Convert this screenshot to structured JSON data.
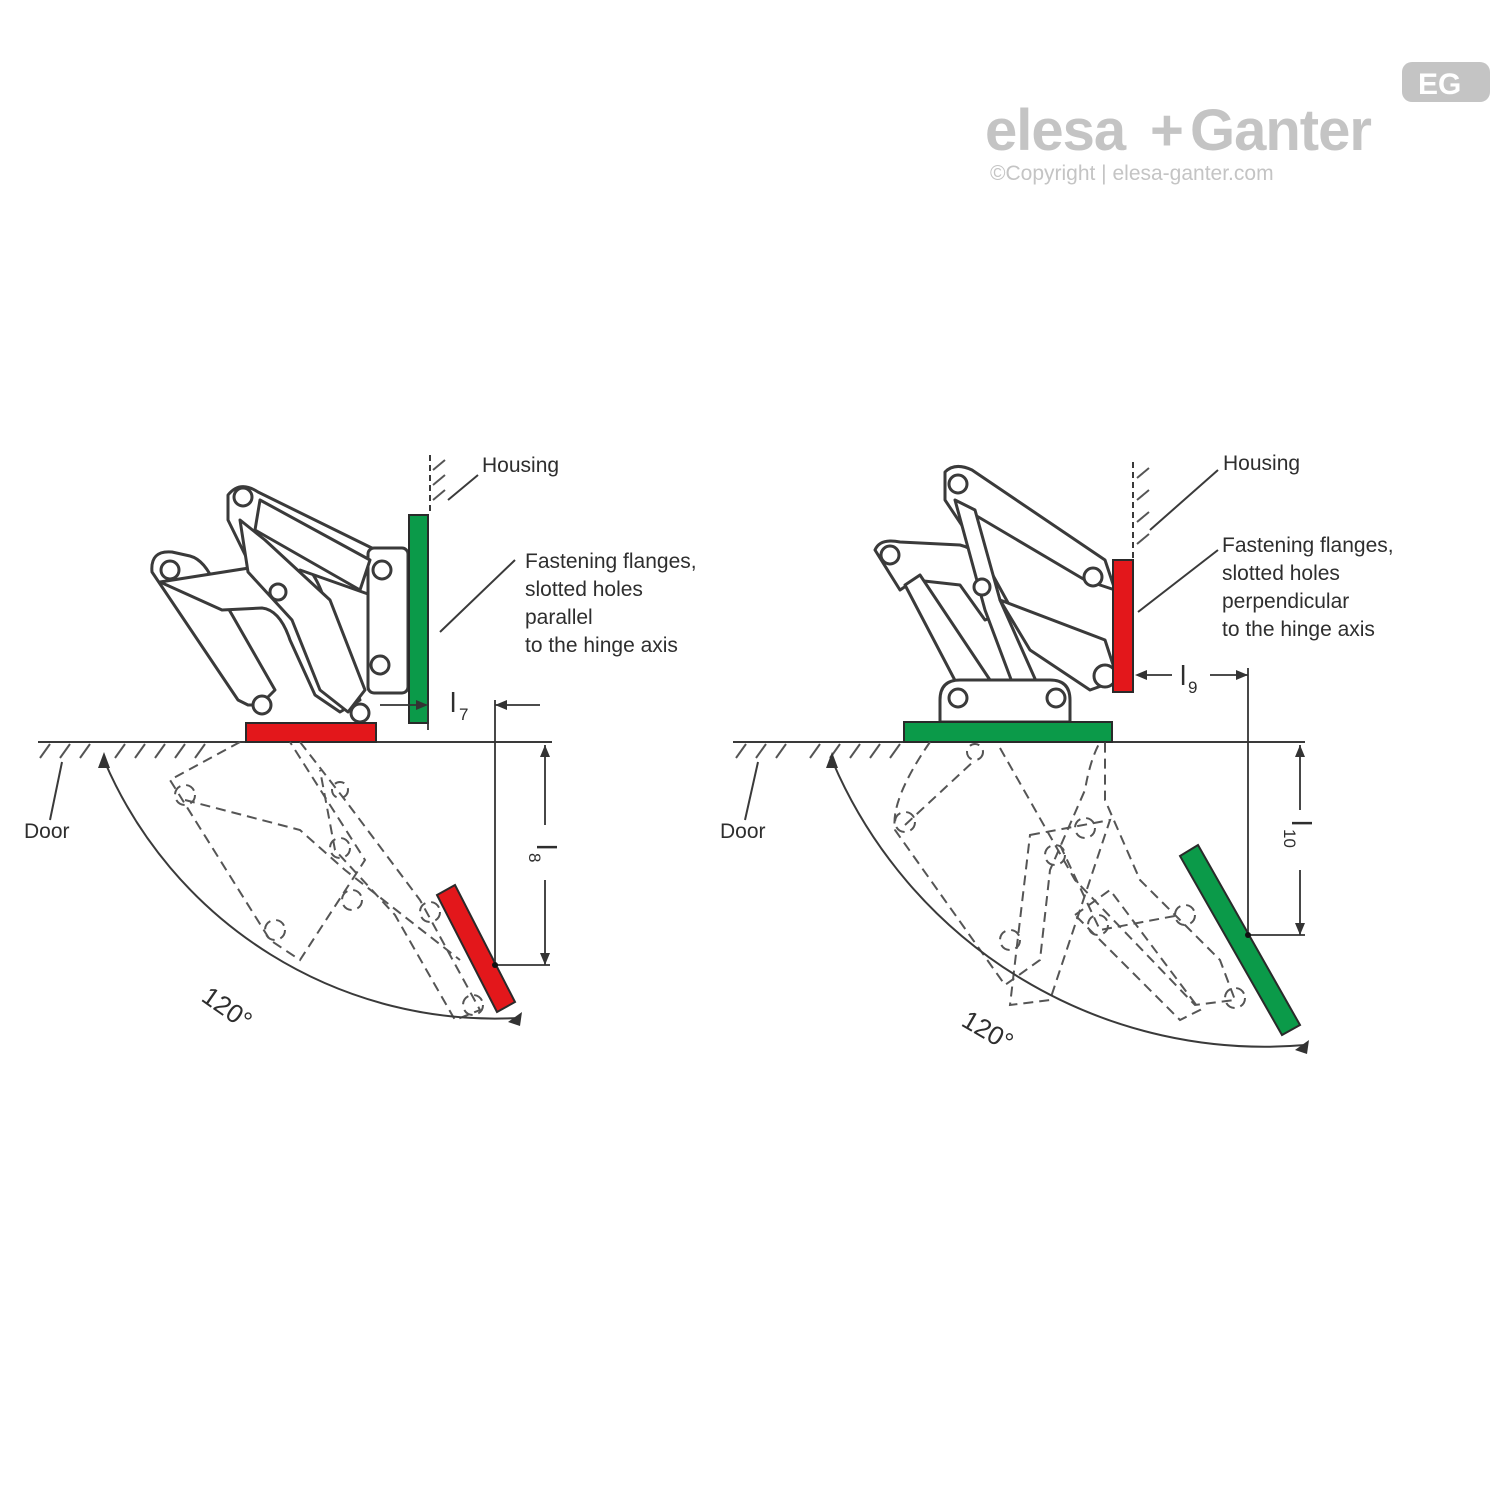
{
  "logo": {
    "brand_left": "elesa",
    "brand_plus": "+",
    "brand_right": "Ganter",
    "badge": "EG",
    "copyright": "©Copyright | elesa-ganter.com"
  },
  "colors": {
    "flange_red": "#e3171b",
    "flange_green": "#0b9a49",
    "line": "#3a3a3a",
    "logo_grey": "#c4c4c4"
  },
  "diagram_left": {
    "housing_label": "Housing",
    "flanges_label_lines": [
      "Fastening flanges,",
      "slotted holes",
      "parallel",
      "to the hinge axis"
    ],
    "door_label": "Door",
    "dim_horizontal": {
      "main": "l",
      "sub": "7"
    },
    "dim_vertical": {
      "main": "l",
      "sub": "8"
    },
    "angle_label": "120°"
  },
  "diagram_right": {
    "housing_label": "Housing",
    "flanges_label_lines": [
      "Fastening flanges,",
      "slotted holes",
      "perpendicular",
      "to the hinge axis"
    ],
    "door_label": "Door",
    "dim_horizontal": {
      "main": "l",
      "sub": "9"
    },
    "dim_vertical": {
      "main": "l",
      "sub": "10"
    },
    "angle_label": "120°"
  }
}
